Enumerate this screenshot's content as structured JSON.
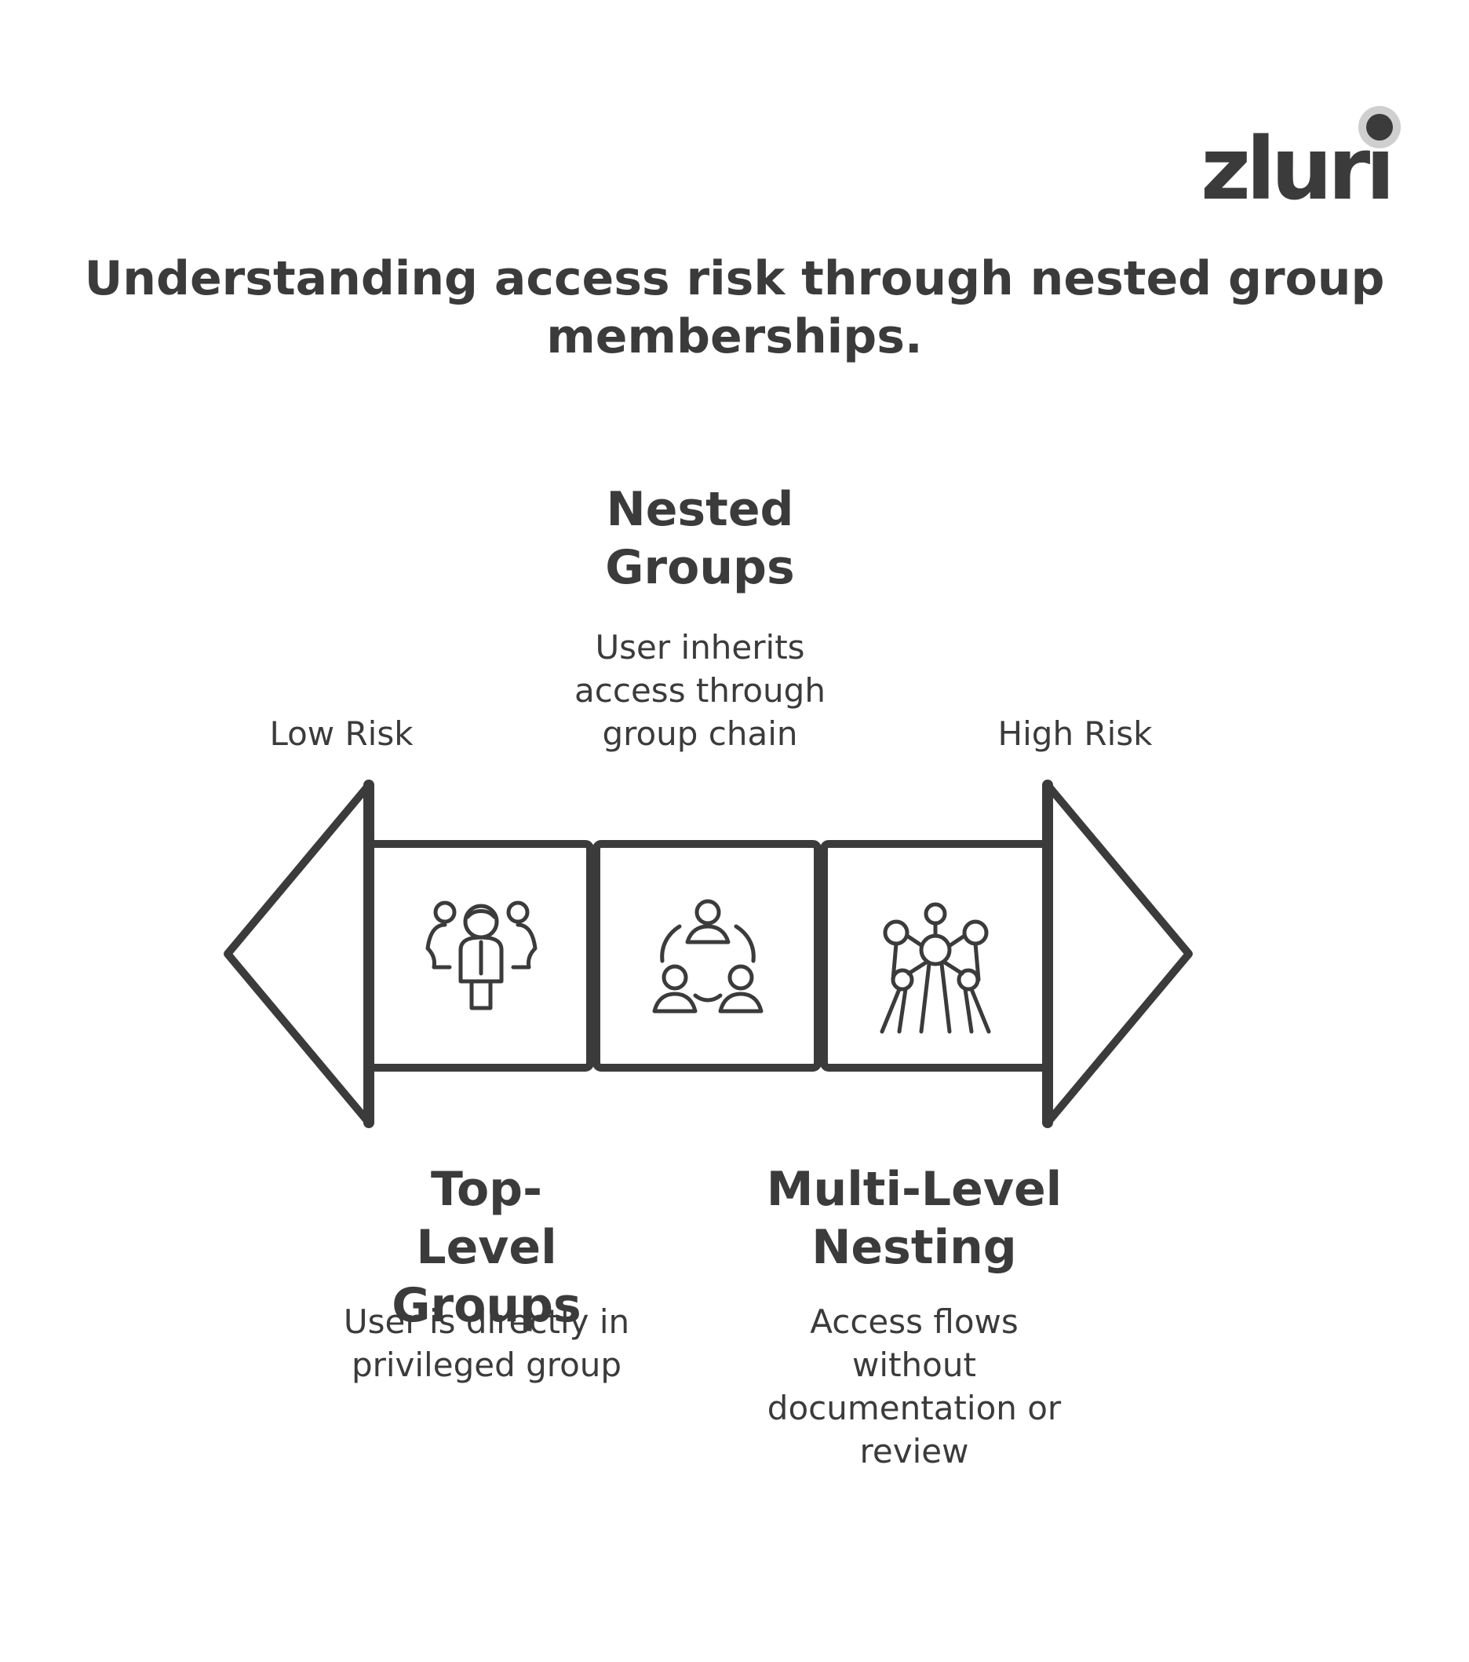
{
  "brand": {
    "logo_text": "zluri"
  },
  "title": "Understanding access risk through nested group memberships.",
  "scale": {
    "left_label": "Low Risk",
    "right_label": "High Risk"
  },
  "stages": [
    {
      "heading": "Top-Level Groups",
      "description": "User is directly in privileged group",
      "icon": "group-people-icon"
    },
    {
      "heading": "Nested Groups",
      "description": "User inherits access through group chain",
      "icon": "user-cycle-icon"
    },
    {
      "heading": "Multi-Level Nesting",
      "description": "Access flows without documentation or review",
      "icon": "atomium-network-icon"
    }
  ],
  "colors": {
    "ink": "#3b3b3b",
    "background": "#ffffff",
    "logo_halo": "#cfcfcf"
  }
}
